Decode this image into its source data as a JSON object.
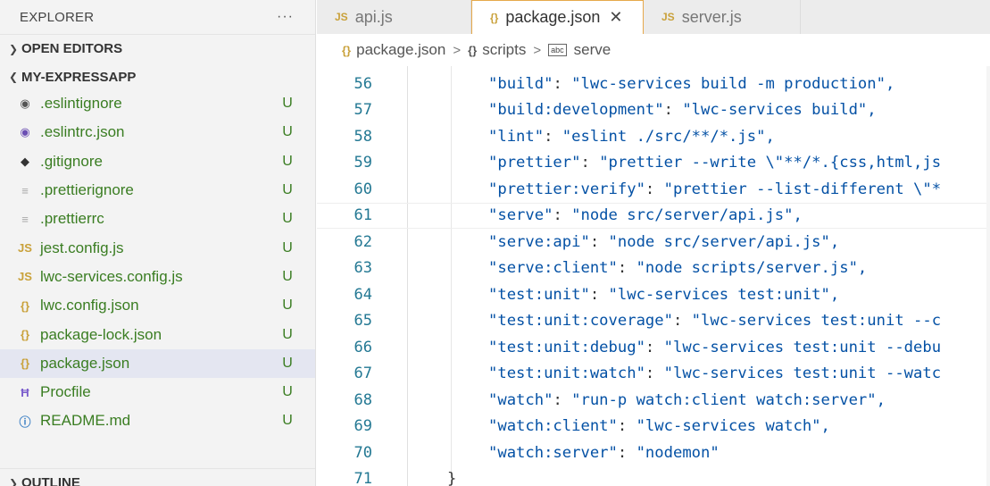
{
  "sidebar": {
    "title": "EXPLORER",
    "more_label": "···",
    "sections": {
      "open_editors": "OPEN EDITORS",
      "project": "MY-EXPRESSAPP",
      "outline": "OUTLINE"
    },
    "files": [
      {
        "name": ".eslintignore",
        "status": "U",
        "icon": "eslint-ignore-icon",
        "glyph": "◉",
        "color": "#555555"
      },
      {
        "name": ".eslintrc.json",
        "status": "U",
        "icon": "eslint-icon",
        "glyph": "◉",
        "color": "#6c4fb3"
      },
      {
        "name": ".gitignore",
        "status": "U",
        "icon": "git-icon",
        "glyph": "◆",
        "color": "#333333"
      },
      {
        "name": ".prettierignore",
        "status": "U",
        "icon": "prettier-ignore-icon",
        "glyph": "≡",
        "color": "#aaaaaa"
      },
      {
        "name": ".prettierrc",
        "status": "U",
        "icon": "prettier-icon",
        "glyph": "≡",
        "color": "#aaaaaa"
      },
      {
        "name": "jest.config.js",
        "status": "U",
        "icon": "js-file-icon",
        "glyph": "JS",
        "color": "#c9a13a"
      },
      {
        "name": "lwc-services.config.js",
        "status": "U",
        "icon": "js-file-icon",
        "glyph": "JS",
        "color": "#c9a13a"
      },
      {
        "name": "lwc.config.json",
        "status": "U",
        "icon": "json-file-icon",
        "glyph": "{}",
        "color": "#c9a13a"
      },
      {
        "name": "package-lock.json",
        "status": "U",
        "icon": "json-file-icon",
        "glyph": "{}",
        "color": "#c9a13a"
      },
      {
        "name": "package.json",
        "status": "U",
        "icon": "json-file-icon",
        "glyph": "{}",
        "color": "#c9a13a",
        "active": true
      },
      {
        "name": "Procfile",
        "status": "U",
        "icon": "procfile-icon",
        "glyph": "Ħ",
        "color": "#7a5ccc"
      },
      {
        "name": "README.md",
        "status": "U",
        "icon": "info-icon",
        "glyph": "ⓘ",
        "color": "#3b7fc4"
      }
    ]
  },
  "tabs": [
    {
      "id": "api",
      "icon": "JS",
      "label": "api.js"
    },
    {
      "id": "package",
      "icon": "{}",
      "label": "package.json",
      "close": "✕"
    },
    {
      "id": "server",
      "icon": "JS",
      "label": "server.js"
    }
  ],
  "breadcrumb": {
    "file_icon": "{}",
    "file": "package.json",
    "sep": ">",
    "obj_icon": "{}",
    "obj": "scripts",
    "prop_icon": "abc",
    "prop": "serve"
  },
  "editor": {
    "lines": [
      {
        "n": "56",
        "key": "\"build\"",
        "val": "\"lwc-services build -m production\","
      },
      {
        "n": "57",
        "key": "\"build:development\"",
        "val": "\"lwc-services build\","
      },
      {
        "n": "58",
        "key": "\"lint\"",
        "val": "\"eslint ./src/**/*.js\","
      },
      {
        "n": "59",
        "key": "\"prettier\"",
        "val": "\"prettier --write \\\"**/*.{css,html,js"
      },
      {
        "n": "60",
        "key": "\"prettier:verify\"",
        "val": "\"prettier --list-different \\\"*"
      },
      {
        "n": "61",
        "key": "\"serve\"",
        "val": "\"node src/server/api.js\",",
        "current": true
      },
      {
        "n": "62",
        "key": "\"serve:api\"",
        "val": "\"node src/server/api.js\","
      },
      {
        "n": "63",
        "key": "\"serve:client\"",
        "val": "\"node scripts/server.js\","
      },
      {
        "n": "64",
        "key": "\"test:unit\"",
        "val": "\"lwc-services test:unit\","
      },
      {
        "n": "65",
        "key": "\"test:unit:coverage\"",
        "val": "\"lwc-services test:unit --c"
      },
      {
        "n": "66",
        "key": "\"test:unit:debug\"",
        "val": "\"lwc-services test:unit --debu"
      },
      {
        "n": "67",
        "key": "\"test:unit:watch\"",
        "val": "\"lwc-services test:unit --watc"
      },
      {
        "n": "68",
        "key": "\"watch\"",
        "val": "\"run-p watch:client watch:server\","
      },
      {
        "n": "69",
        "key": "\"watch:client\"",
        "val": "\"lwc-services watch\","
      },
      {
        "n": "70",
        "key": "\"watch:server\"",
        "val": "\"nodemon\""
      },
      {
        "n": "71",
        "key": "",
        "val": "}"
      }
    ]
  }
}
